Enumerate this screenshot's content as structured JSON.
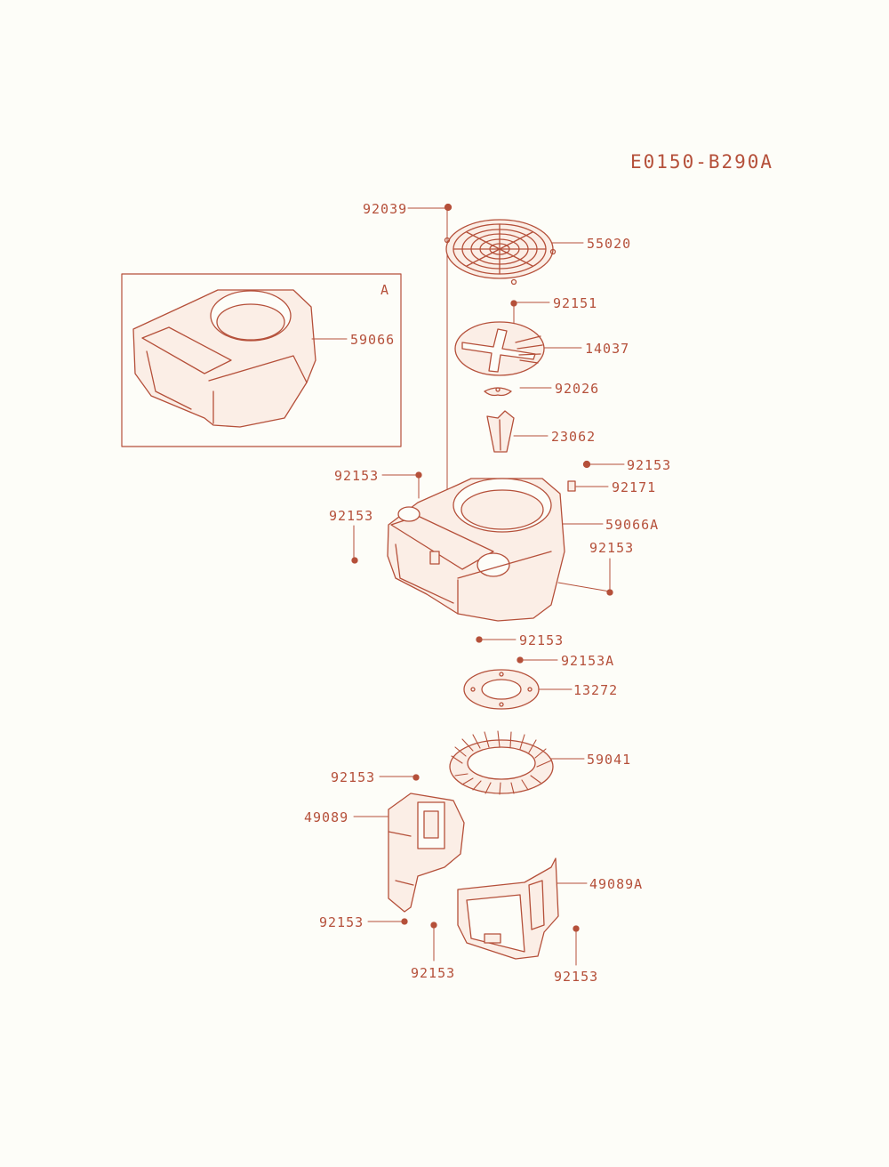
{
  "diagram_code": "E0150-B290A",
  "inset_letter": "A",
  "colors": {
    "line": "#b5503a",
    "fill": "#fbeee6",
    "paper": "#fdfdf8"
  },
  "parts": {
    "p92039": "92039",
    "p55020": "55020",
    "p92151": "92151",
    "p14037": "14037",
    "p92026": "92026",
    "p23062": "23062",
    "p59066": "59066",
    "p92153_upper_left": "92153",
    "p92153_upper_right": "92153",
    "p92171": "92171",
    "p59066A": "59066A",
    "p92153_left": "92153",
    "p92153_right": "92153",
    "p92153_bottom": "92153",
    "p92153A": "92153A",
    "p13272": "13272",
    "p59041": "59041",
    "p92153_cover_top": "92153",
    "p49089": "49089",
    "p49089A": "49089A",
    "p92153_cover_bottom": "92153",
    "p92153_lower_mid": "92153",
    "p92153_lower_right": "92153"
  }
}
